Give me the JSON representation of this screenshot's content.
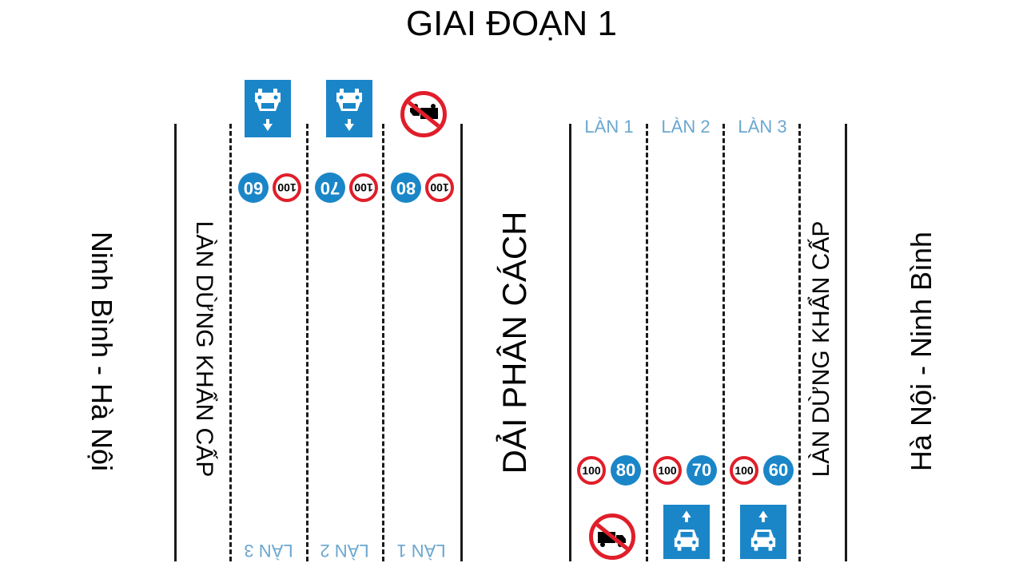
{
  "title": "GIAI ĐOẠN 1",
  "left_direction": "Ninh Bình - Hà Nội",
  "right_direction": "Hà Nội - Ninh Bình",
  "divider": "DẢI PHÂN CÁCH",
  "emergency_lane_left": "LÀN DỪNG KHẨN CẤP",
  "emergency_lane_right": "LÀN DỪNG KHẨN CẤP",
  "right_lanes": [
    "LÀN 1",
    "LÀN 2",
    "LÀN 3"
  ],
  "left_lanes": [
    "LÀN 3",
    "LÀN 2",
    "LÀN 1"
  ],
  "left_speed": [
    {
      "min": "60",
      "max": "100"
    },
    {
      "min": "70",
      "max": "100"
    },
    {
      "min": "80",
      "max": "100"
    }
  ],
  "right_speed": [
    {
      "min": "80",
      "max": "100"
    },
    {
      "min": "70",
      "max": "100"
    },
    {
      "min": "60",
      "max": "100"
    }
  ],
  "colors": {
    "blue": "#1a86c8",
    "red": "#e01e2a",
    "lane_label": "#6aa7cf"
  }
}
